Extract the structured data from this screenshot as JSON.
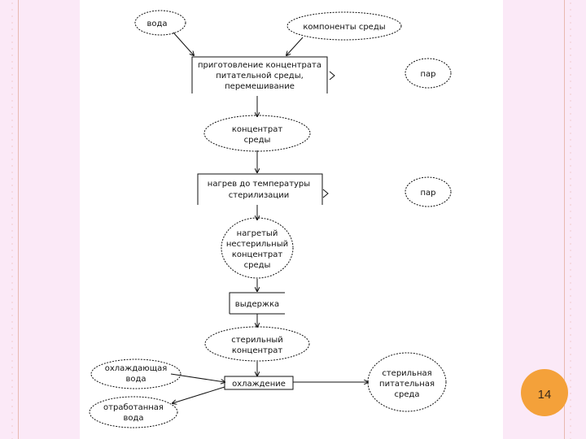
{
  "nodes": {
    "water": "вода",
    "medium_components": "компоненты среды",
    "prep_line1": "приготовление концентрата",
    "prep_line2": "питательной среды,",
    "prep_line3": "перемешивание",
    "steam1": "пар",
    "concentrate_line1": "концентрат",
    "concentrate_line2": "среды",
    "heating_line1": "нагрев до температуры",
    "heating_line2": "стерилизации",
    "steam2": "пар",
    "heated_line1": "нагретый",
    "heated_line2": "нестерильный",
    "heated_line3": "концентрат",
    "heated_line4": "среды",
    "holding": "выдержка",
    "sterile_conc_line1": "стерильный",
    "sterile_conc_line2": "концентрат",
    "cooling_water_line1": "охлаждающая",
    "cooling_water_line2": "вода",
    "cooling": "охлаждение",
    "sterile_medium_line1": "стерильная",
    "sterile_medium_line2": "питательная",
    "sterile_medium_line3": "среда",
    "waste_water_line1": "отработанная",
    "waste_water_line2": "вода"
  },
  "page_number": "14",
  "colors": {
    "background": "#fbe9f7",
    "border": "#e8b9b0",
    "badge": "#f4a13a"
  }
}
